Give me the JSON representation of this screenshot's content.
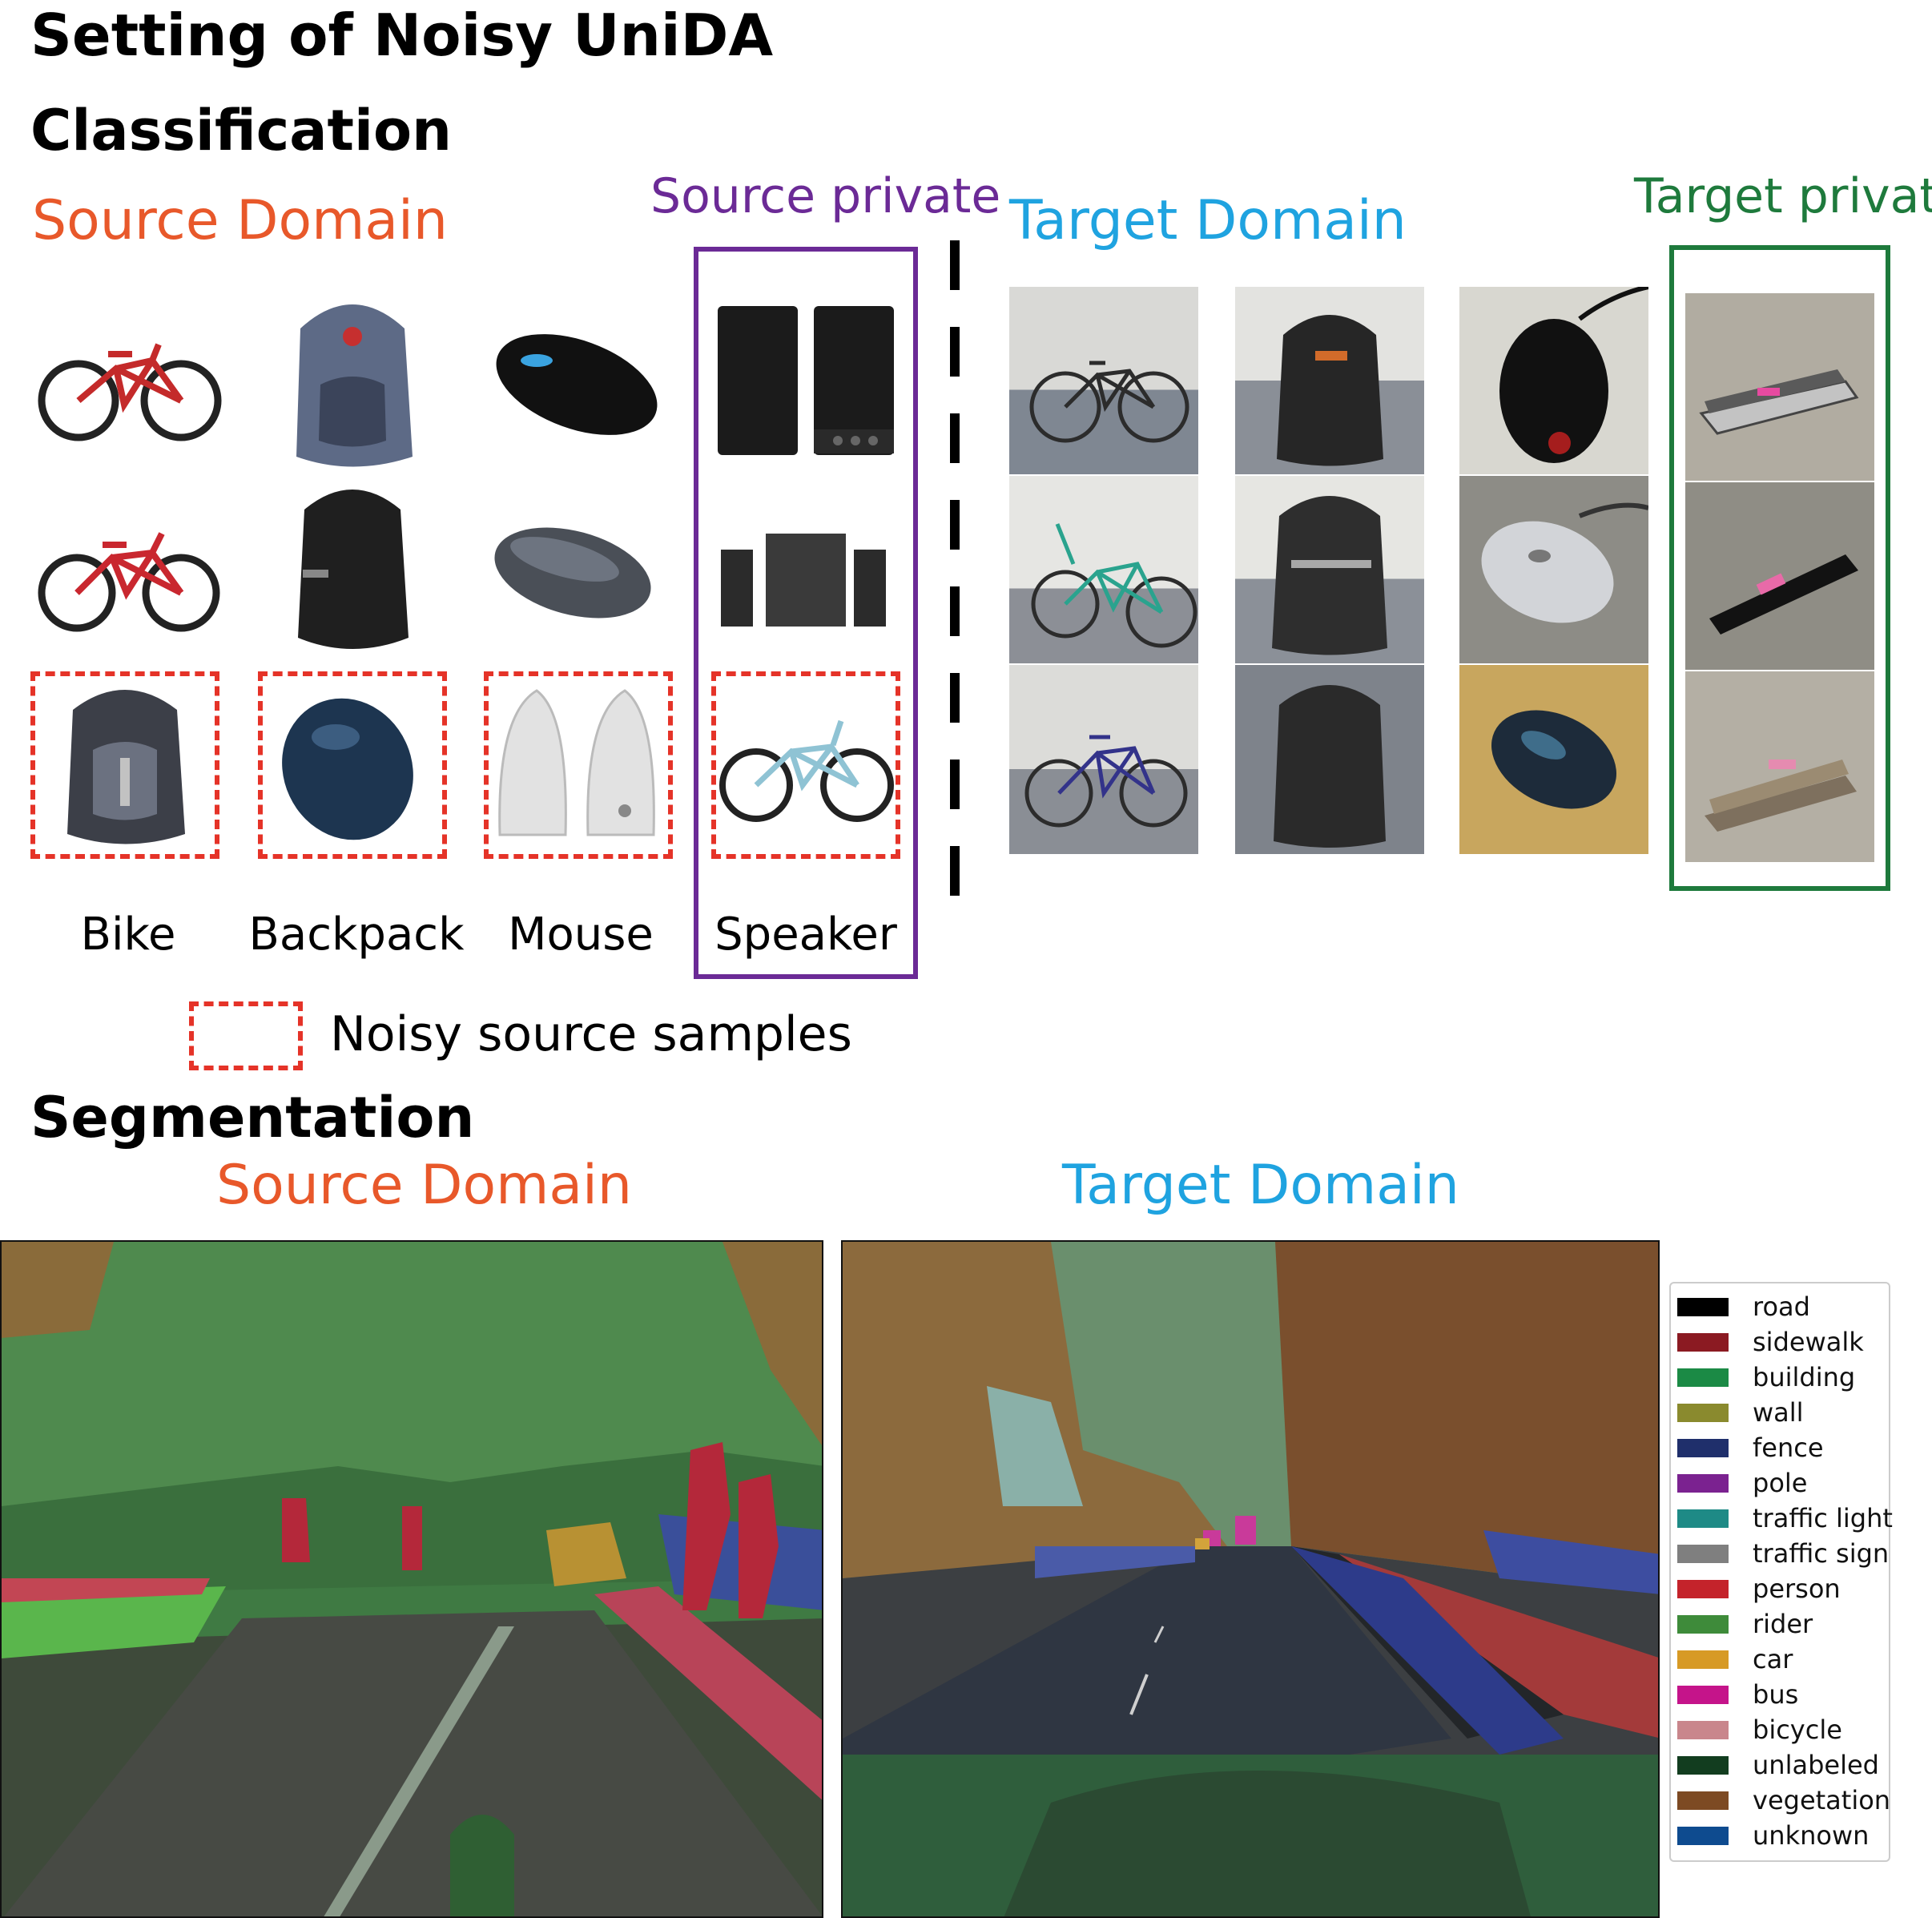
{
  "title": "Setting of Noisy UniDA",
  "classification": {
    "heading": "Classification",
    "source_domain": "Source Domain",
    "source_private": "Source private",
    "target_domain": "Target Domain",
    "target_private": "Target private",
    "class_labels": [
      "Bike",
      "Backpack",
      "Mouse",
      "Speaker"
    ],
    "noisy_legend": "Noisy source samples",
    "source_grid": [
      [
        "bike-image",
        "backpack-image",
        "mouse-image",
        "speaker-image"
      ],
      [
        "bike-image",
        "backpack-image",
        "mouse-image",
        "speaker-image"
      ],
      [
        "backpack-image",
        "mouse-image",
        "speaker-image",
        "bike-image"
      ]
    ],
    "target_grid": [
      [
        "bike-photo",
        "backpack-photo",
        "mouse-photo",
        "stapler-photo"
      ],
      [
        "bike-photo",
        "backpack-photo",
        "mouse-photo",
        "stapler-photo"
      ],
      [
        "bike-photo",
        "backpack-photo",
        "mouse-photo",
        "stapler-photo"
      ]
    ]
  },
  "segmentation": {
    "heading": "Segmentation",
    "source_domain": "Source Domain",
    "target_domain": "Target Domain",
    "legend": [
      {
        "label": "road",
        "color": "#000000"
      },
      {
        "label": "sidewalk",
        "color": "#8b1a22"
      },
      {
        "label": "building",
        "color": "#1b8a45"
      },
      {
        "label": "wall",
        "color": "#8a8a2e"
      },
      {
        "label": "fence",
        "color": "#1f2f6b"
      },
      {
        "label": "pole",
        "color": "#7b2290"
      },
      {
        "label": "traffic light",
        "color": "#1e8a86"
      },
      {
        "label": "traffic sign",
        "color": "#7f7f7f"
      },
      {
        "label": "person",
        "color": "#c4232b"
      },
      {
        "label": "rider",
        "color": "#3e8b3a"
      },
      {
        "label": "car",
        "color": "#d79a25"
      },
      {
        "label": "bus",
        "color": "#c5148a"
      },
      {
        "label": "bicycle",
        "color": "#c9868c"
      },
      {
        "label": "unlabeled",
        "color": "#123d1f"
      },
      {
        "label": "vegetation",
        "color": "#7d4a23"
      },
      {
        "label": "unknown",
        "color": "#0e4b8f"
      }
    ]
  },
  "colors": {
    "source": "#e8582a",
    "target": "#1fa3e0",
    "source_private": "#6b2a96",
    "target_private": "#1e7a3c",
    "noisy": "#e53328"
  }
}
